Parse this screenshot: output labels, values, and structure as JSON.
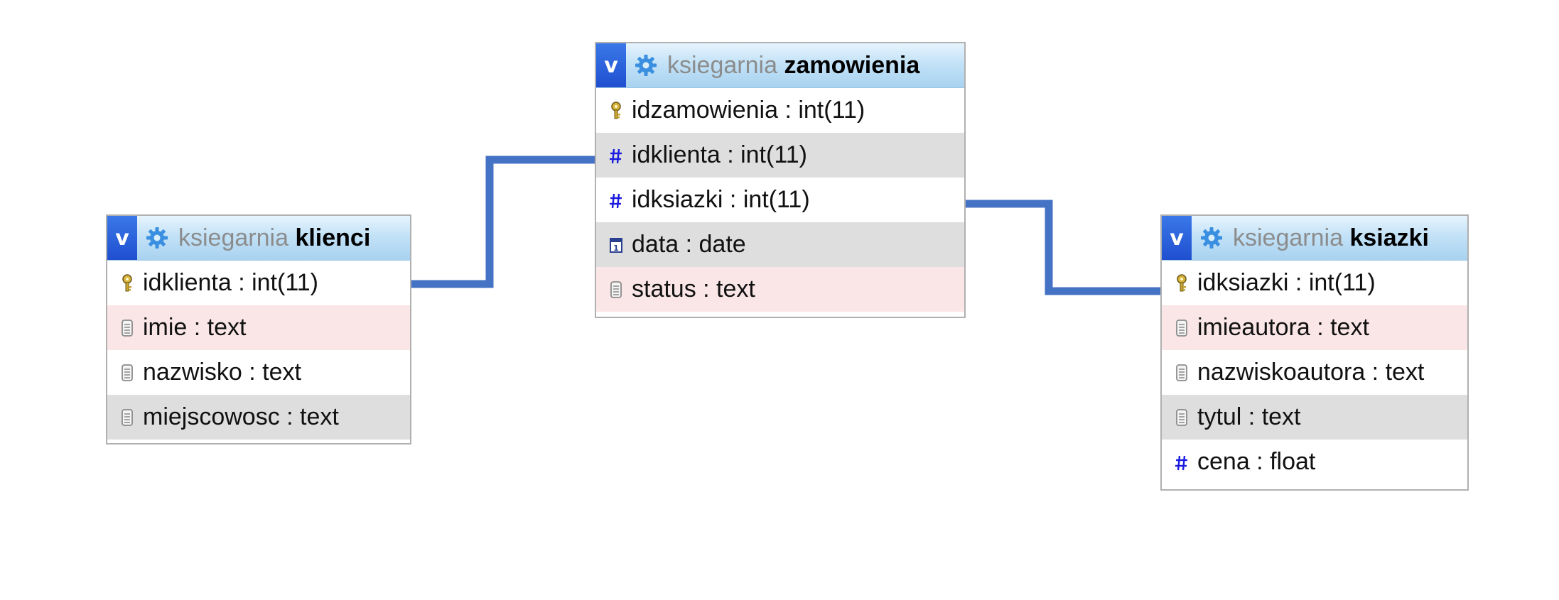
{
  "database": "ksiegarnia",
  "colors": {
    "connector": "#4472c4",
    "header_toggle": "#1f4fd0",
    "row_white": "#ffffff",
    "row_grey": "#dedede",
    "row_pink": "#fae6e6",
    "hash_icon": "#1a1ae0"
  },
  "tables": {
    "klienci": {
      "toggle_label": "v",
      "db_label": "ksiegarnia",
      "name": "klienci",
      "columns": [
        {
          "text": "idklienta : int(11)",
          "icon": "primary-key-icon",
          "bg": "white"
        },
        {
          "text": "imie : text",
          "icon": "text-field-icon",
          "bg": "pink"
        },
        {
          "text": "nazwisko : text",
          "icon": "text-field-icon",
          "bg": "white"
        },
        {
          "text": "miejscowosc : text",
          "icon": "text-field-icon",
          "bg": "grey"
        }
      ]
    },
    "zamowienia": {
      "toggle_label": "v",
      "db_label": "ksiegarnia",
      "name": "zamowienia",
      "columns": [
        {
          "text": "idzamowienia : int(11)",
          "icon": "primary-key-icon",
          "bg": "white"
        },
        {
          "text": "idklienta : int(11)",
          "icon": "numeric-field-icon",
          "bg": "grey"
        },
        {
          "text": "idksiazki : int(11)",
          "icon": "numeric-field-icon",
          "bg": "white"
        },
        {
          "text": "data : date",
          "icon": "date-field-icon",
          "bg": "grey"
        },
        {
          "text": "status : text",
          "icon": "text-field-icon",
          "bg": "pink"
        }
      ]
    },
    "ksiazki": {
      "toggle_label": "v",
      "db_label": "ksiegarnia",
      "name": "ksiazki",
      "columns": [
        {
          "text": "idksiazki : int(11)",
          "icon": "primary-key-icon",
          "bg": "white"
        },
        {
          "text": "imieautora : text",
          "icon": "text-field-icon",
          "bg": "pink"
        },
        {
          "text": "nazwiskoautora : text",
          "icon": "text-field-icon",
          "bg": "white"
        },
        {
          "text": "tytul : text",
          "icon": "text-field-icon",
          "bg": "grey"
        },
        {
          "text": "cena : float",
          "icon": "numeric-field-icon",
          "bg": "white"
        }
      ]
    }
  },
  "relations": [
    {
      "from": "klienci.idklienta",
      "to": "zamowienia.idklienta"
    },
    {
      "from": "zamowienia.idksiazki",
      "to": "ksiazki.idksiazki"
    }
  ]
}
